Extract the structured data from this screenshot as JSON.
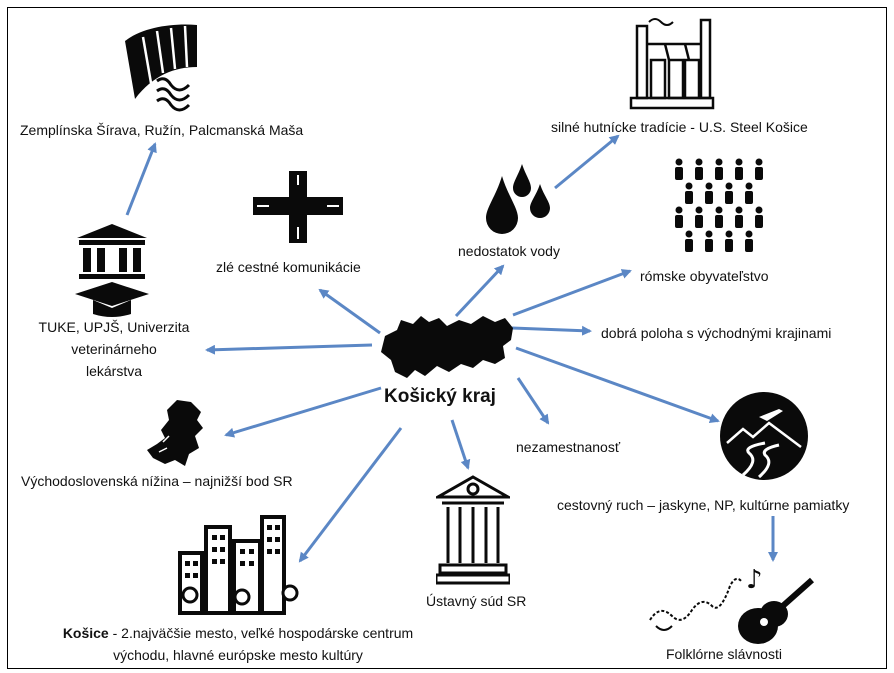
{
  "center": {
    "label": "Košický kraj"
  },
  "nodes": {
    "dams": "Zemplínska Šírava, Ružín, Palcmanská Maša",
    "roads": "zlé cestné komunikácie",
    "water": "nedostatok vody",
    "steel": "silné hutnícke tradície - U.S. Steel Košice",
    "roma": "rómske obyvateľstvo",
    "position": "dobrá poloha s východnými krajinami",
    "universities": [
      "TUKE, UPJŠ, Univerzita",
      "veterinárneho",
      "lekárstva"
    ],
    "lowland": "Východoslovenská nížina – najnižší bod SR",
    "unemployment": "nezamestnanosť",
    "tourism": "cestovný ruch – jaskyne, NP, kultúrne pamiatky",
    "court": "Ústavný súd SR",
    "kosice_bold": "Košice",
    "kosice_rest": " - 2.najväčšie mesto, veľké hospodárske centrum",
    "kosice_line2": "východu, hlavné európske mesto kultúry",
    "folklore": "Folklórne slávnosti"
  },
  "icons": [
    "dam-icon",
    "road-intersection-icon",
    "water-drops-icon",
    "factory-icon",
    "people-crowd-icon",
    "university-icon",
    "netherlands-map-icon",
    "region-map-icon",
    "city-skyline-icon",
    "courthouse-icon",
    "travel-landscape-icon",
    "guitar-music-icon"
  ],
  "colors": {
    "arrow": "#5b87c5",
    "icon": "#0a0a0a",
    "text": "#111111"
  }
}
